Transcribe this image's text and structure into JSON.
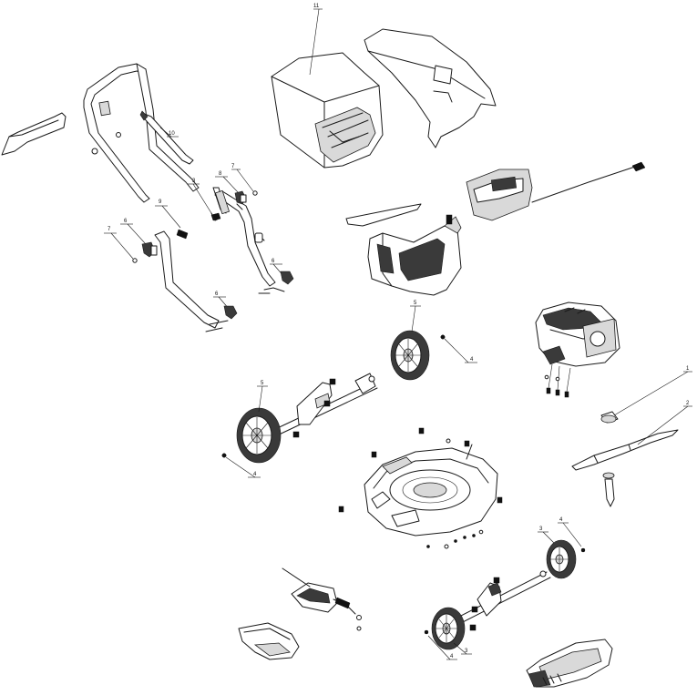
{
  "callouts": {
    "grass_bag": "11",
    "handle_lever": "10",
    "cable_upper": "3",
    "knob_upper": "8",
    "bolt_upper": "7",
    "cable_lower": "9",
    "knob_lower": "6",
    "bolt_lower": "7",
    "knob_right": "6",
    "knob_bottom": "6",
    "rear_wheel_right": "5",
    "rear_wheel_right_bolt": "4",
    "rear_wheel_left": "5",
    "rear_wheel_left_bolt": "4",
    "blade_adapter": "1",
    "blade": "2",
    "front_wheel_right": "3",
    "front_wheel_right_bolt": "4",
    "front_wheel_left": "3",
    "front_wheel_left_bolt": "4"
  }
}
